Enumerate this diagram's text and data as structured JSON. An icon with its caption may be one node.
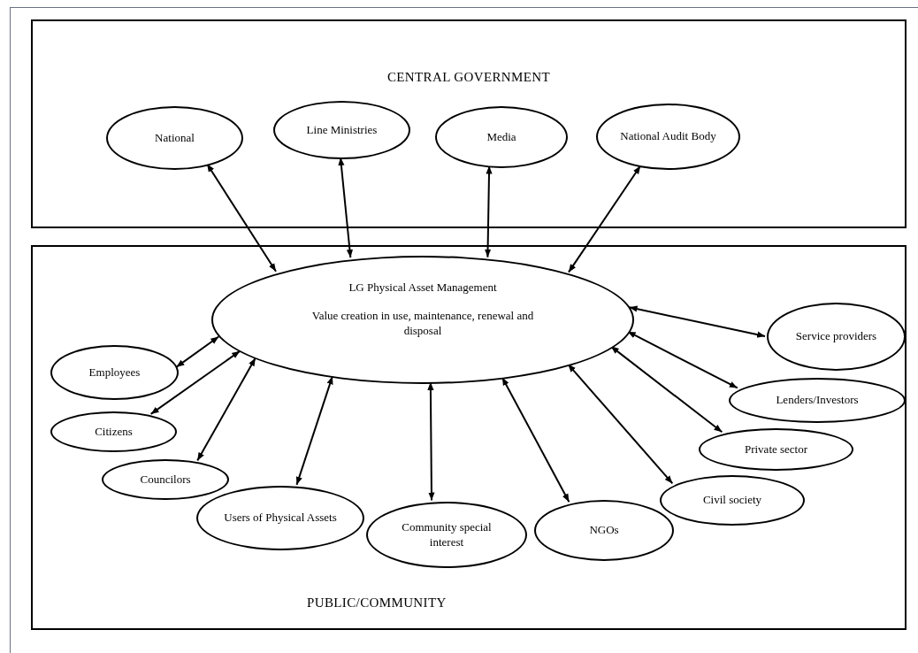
{
  "diagram": {
    "nodes": [
      {
        "text": [
          "CENTRAL GOVERNMENT"
        ]
      },
      {
        "text": [
          "National"
        ],
        "in": 0
      },
      {
        "text": [
          "Line Ministries"
        ],
        "in": 0
      },
      {
        "text": [
          "Media"
        ],
        "in": 0
      },
      {
        "text": [
          "National Audit Body"
        ],
        "in": 0
      },
      {
        "text": [
          "PUBLIC/COMMUNITY"
        ]
      },
      {
        "text": [
          "LG Physical Asset Management",
          "Value creation in use, maintenance, renewal and disposal"
        ],
        "in": 5
      },
      {
        "text": [
          "Employees"
        ],
        "in": 5
      },
      {
        "text": [
          "Citizens"
        ],
        "in": 5
      },
      {
        "text": [
          "Councilors"
        ],
        "in": 5
      },
      {
        "text": [
          "Users of Physical Assets"
        ],
        "in": 5
      },
      {
        "text": [
          "Community special interest"
        ],
        "in": 5
      },
      {
        "text": [
          "NGOs"
        ],
        "in": 5
      },
      {
        "text": [
          "Civil society"
        ],
        "in": 5
      },
      {
        "text": [
          "Private sector"
        ],
        "in": 5
      },
      {
        "text": [
          "Lenders/Investors"
        ],
        "in": 5
      },
      {
        "text": [
          "Service providers"
        ],
        "in": 5
      }
    ],
    "edges": [
      {
        "from": 1,
        "to": 6,
        "arrow": "both"
      },
      {
        "from": 2,
        "to": 6,
        "arrow": "both"
      },
      {
        "from": 3,
        "to": 6,
        "arrow": "both"
      },
      {
        "from": 4,
        "to": 6,
        "arrow": "both"
      },
      {
        "from": 6,
        "to": 7,
        "arrow": "both"
      },
      {
        "from": 6,
        "to": 8,
        "arrow": "both"
      },
      {
        "from": 6,
        "to": 9,
        "arrow": "both"
      },
      {
        "from": 6,
        "to": 10,
        "arrow": "both"
      },
      {
        "from": 6,
        "to": 11,
        "arrow": "both"
      },
      {
        "from": 6,
        "to": 12,
        "arrow": "both"
      },
      {
        "from": 6,
        "to": 13,
        "arrow": "both"
      },
      {
        "from": 6,
        "to": 14,
        "arrow": "both"
      },
      {
        "from": 6,
        "to": 15,
        "arrow": "both"
      },
      {
        "from": 6,
        "to": 16,
        "arrow": "both"
      }
    ]
  }
}
